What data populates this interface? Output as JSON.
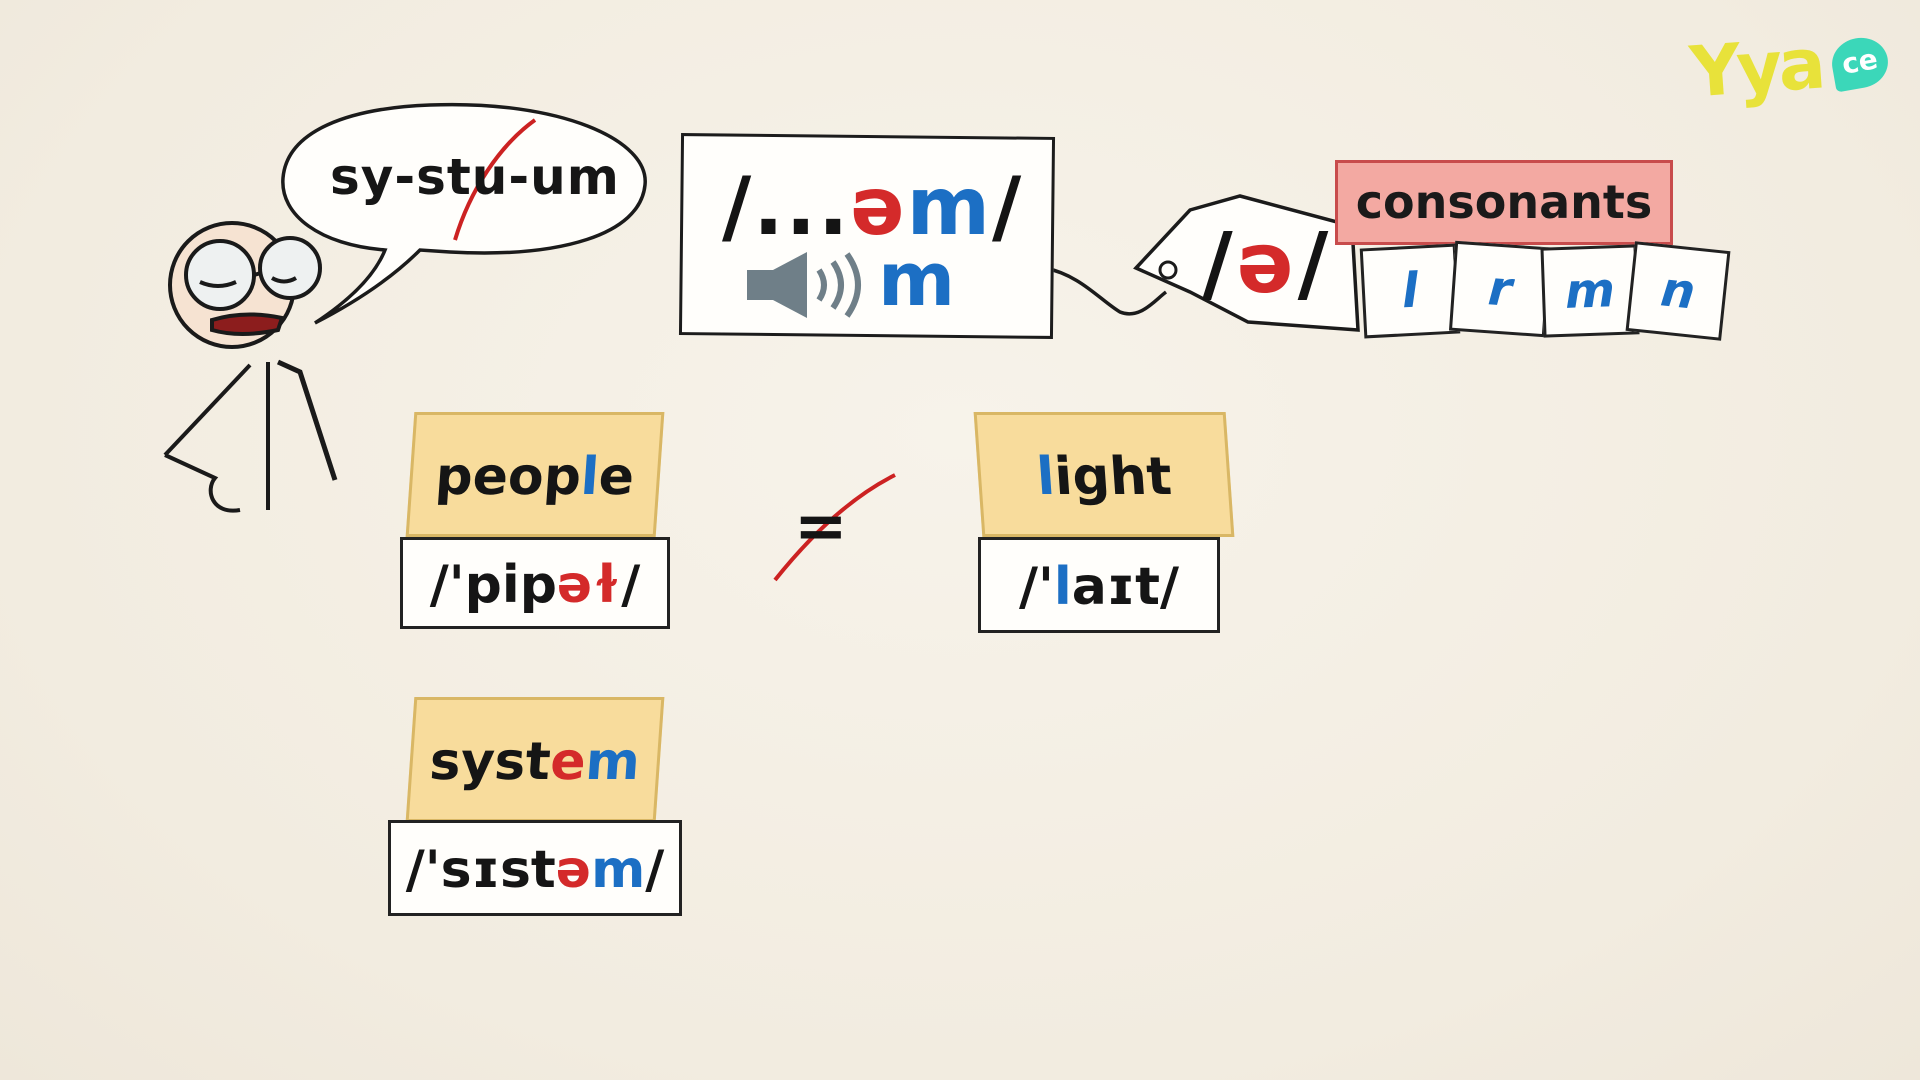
{
  "logo": {
    "text": "Yya",
    "bubble": "ce"
  },
  "speech": {
    "before": "sy-st",
    "crossed": "u",
    "after": "-um"
  },
  "pronunciation": {
    "slash_open": "/...",
    "schwa": "ə",
    "m": "m",
    "slash_close": "/",
    "sound_letter": "m"
  },
  "schwa_tag": {
    "open": "/",
    "schwa": "ə",
    "close": "/"
  },
  "consonants": {
    "label": "consonants",
    "letters": [
      "l",
      "r",
      "m",
      "n"
    ]
  },
  "words": {
    "people": {
      "word_before": "peop",
      "word_hl": "l",
      "word_after": "e",
      "ipa_before": "/'pip",
      "ipa_hl": "əɫ",
      "ipa_after": "/"
    },
    "light": {
      "word_hl": "l",
      "word_after": "ight",
      "ipa_before": "/'",
      "ipa_hl": "l",
      "ipa_after": "aɪt/"
    },
    "system": {
      "word_before": "syst",
      "word_hl1": "e",
      "word_hl2": "m",
      "ipa_before": "/'sɪst",
      "ipa_hl1": "ə",
      "ipa_hl2": "m",
      "ipa_after": "/"
    }
  },
  "not_equal_sign": "=",
  "colors": {
    "background": "#f4efe4",
    "schwa_red": "#d42a2a",
    "consonant_blue": "#1c6fc4",
    "word_card_yellow": "#f8dc9c",
    "consonants_pink": "#f3a9a2"
  },
  "icons": [
    "speaker-icon",
    "curved-arrow-icon",
    "strike-slash-icon"
  ]
}
